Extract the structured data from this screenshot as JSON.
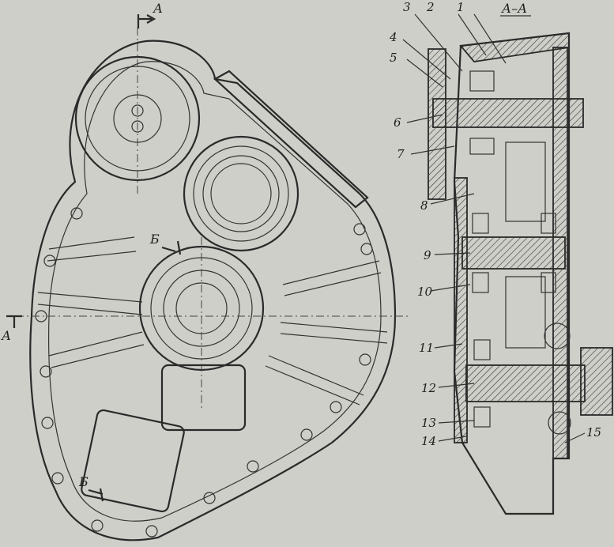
{
  "section_title": "А–А",
  "section_markers": {
    "a_top": "А",
    "a_left": "А",
    "b_upper": "Б",
    "b_lower": "Б"
  },
  "callouts": [
    "1",
    "2",
    "3",
    "4",
    "5",
    "6",
    "7",
    "8",
    "9",
    "10",
    "11",
    "12",
    "13",
    "14",
    "15"
  ],
  "colors": {
    "paper": "#cfcfc9",
    "ink": "#2a2a2a"
  }
}
